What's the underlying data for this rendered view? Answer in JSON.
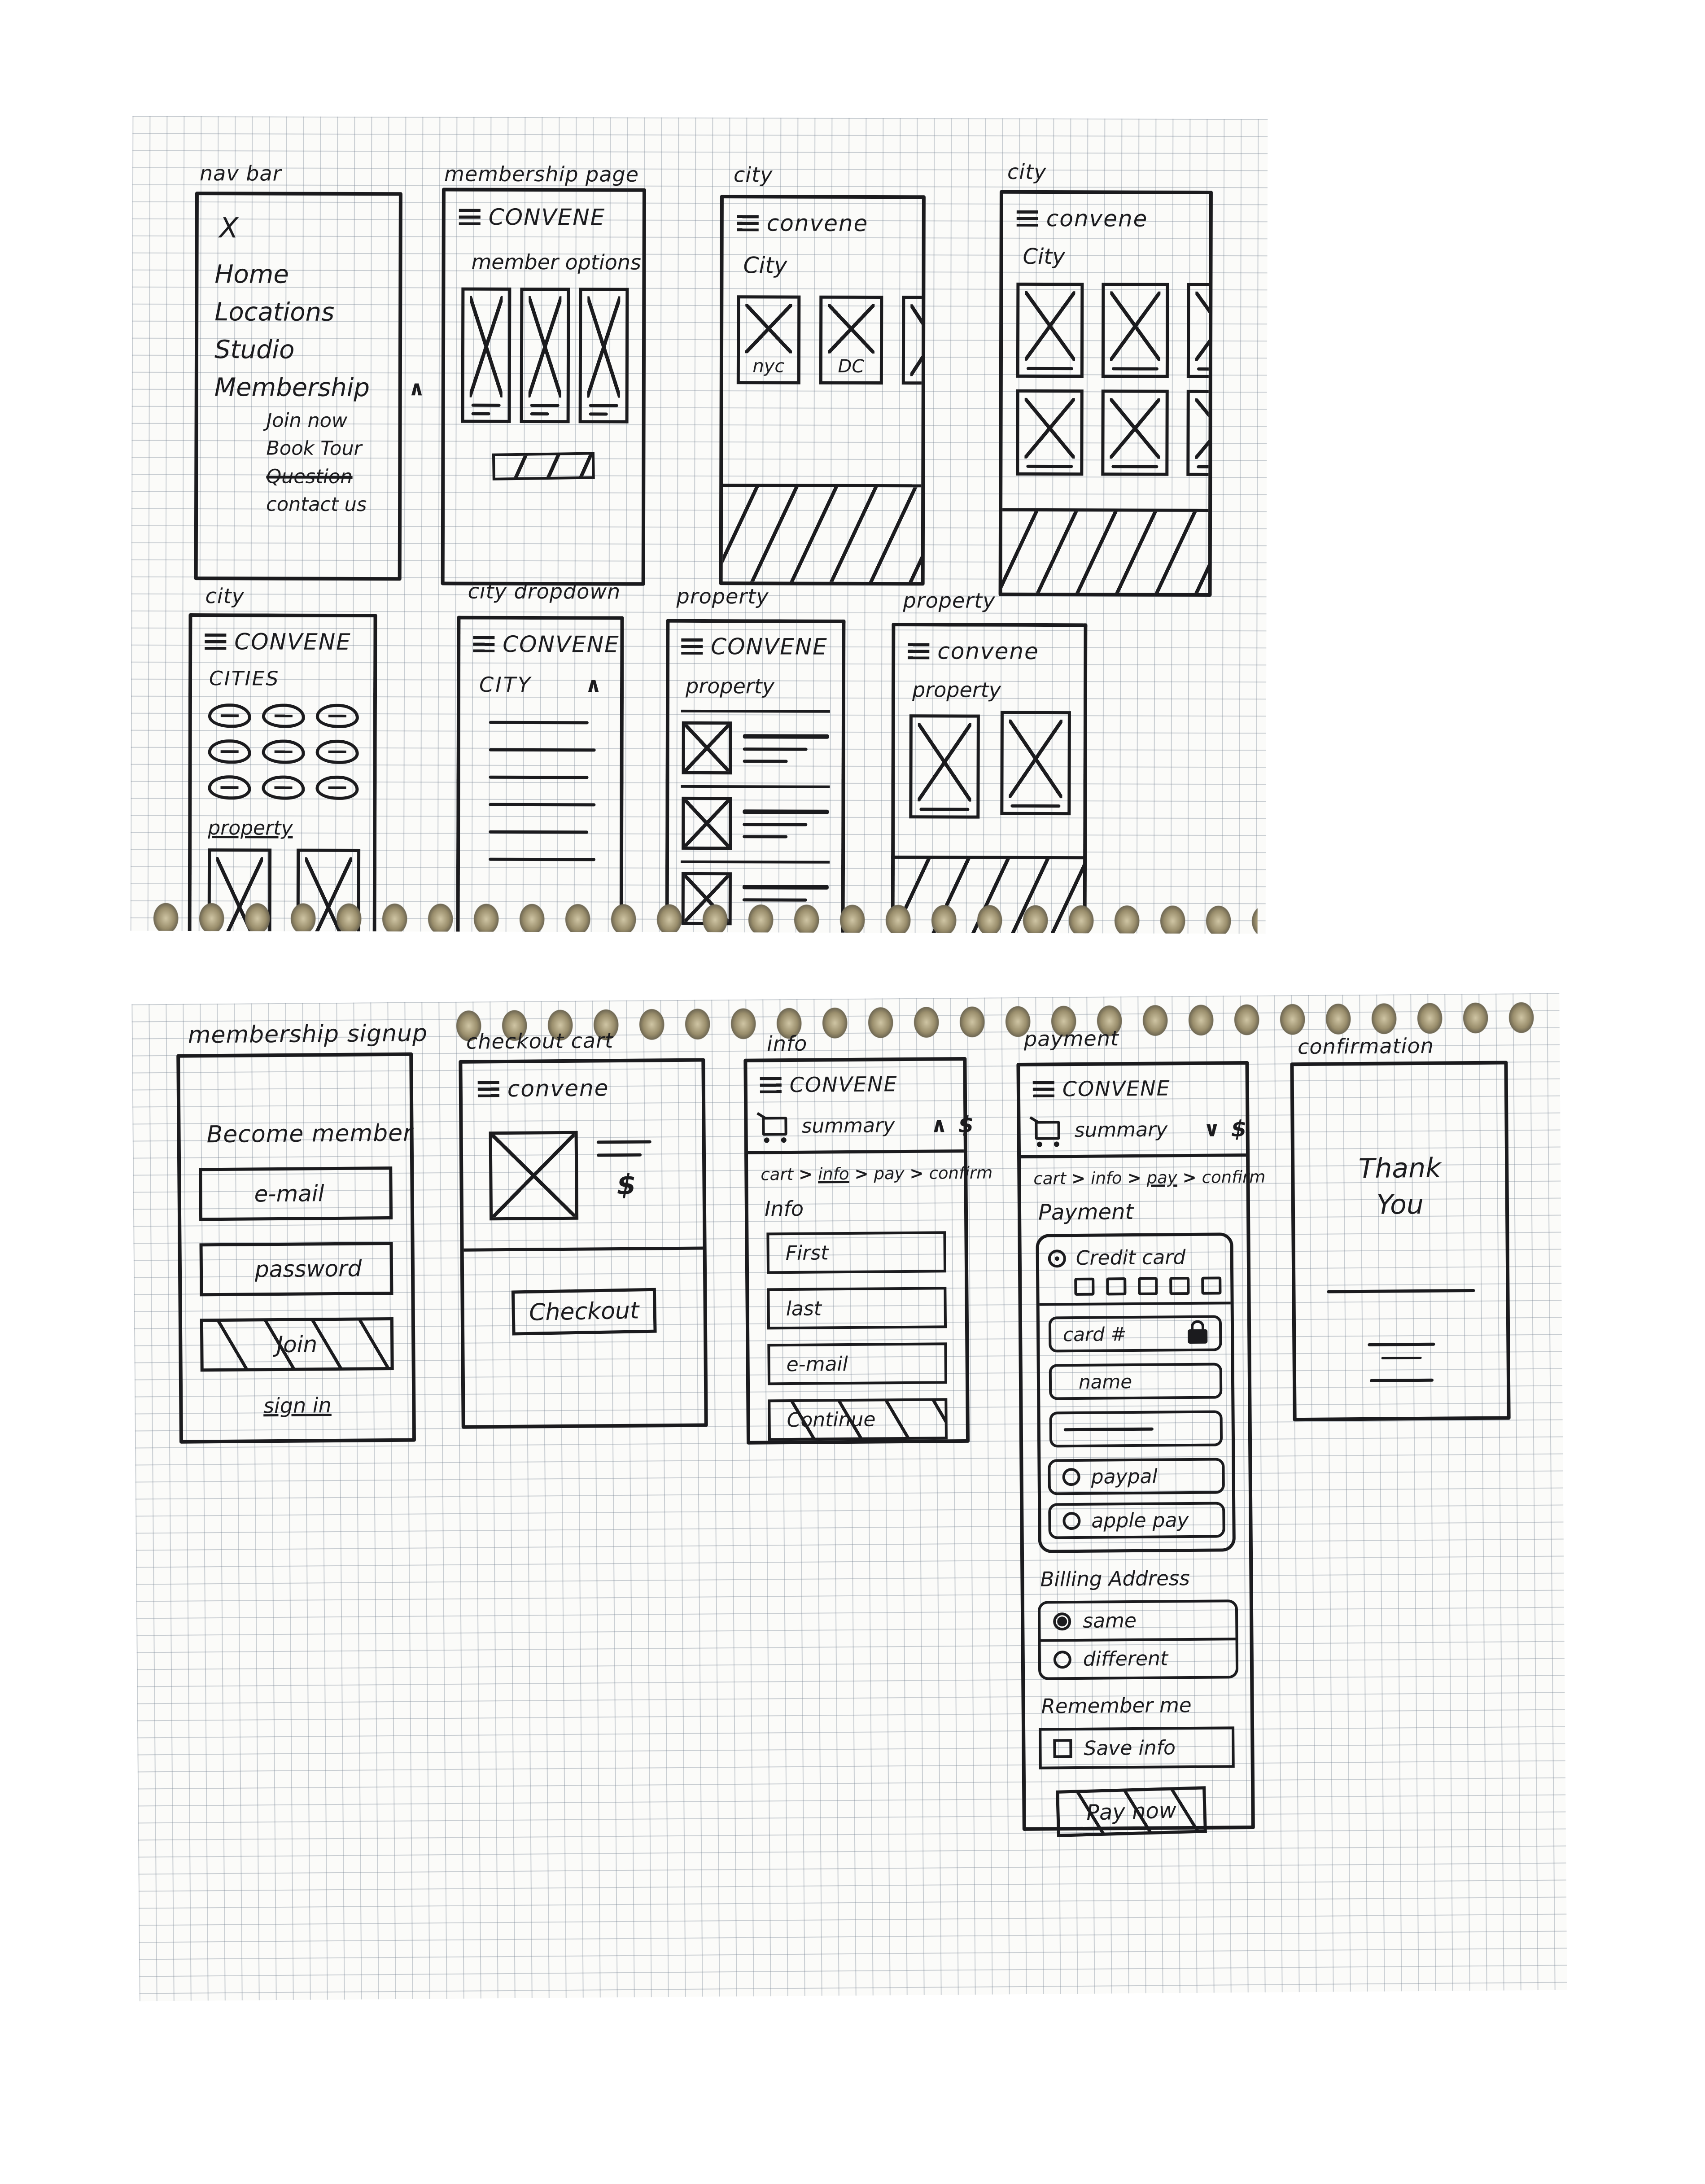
{
  "icons": {
    "close": "X",
    "caret_up": "∧",
    "caret_down": "∨",
    "dollar": "$",
    "crumb_sep": ">"
  },
  "sheet1": {
    "nav_bar": {
      "label": "nav bar",
      "items": [
        "Home",
        "Locations",
        "Studio",
        "Membership"
      ],
      "submenu": [
        "Join now",
        "Book Tour",
        "Question",
        "contact us"
      ]
    },
    "membership_page": {
      "label": "membership page",
      "logo": "CONVENE",
      "heading": "member options"
    },
    "city_cards": {
      "label": "city",
      "logo": "convene",
      "heading": "City",
      "card_labels": [
        "nyc",
        "DC"
      ]
    },
    "city_grid": {
      "label": "city",
      "logo": "convene",
      "heading": "City"
    },
    "cities": {
      "label": "city",
      "logo": "CONVENE",
      "heading": "CITIES",
      "subheading": "property"
    },
    "city_dropdown": {
      "label": "city dropdown",
      "logo": "CONVENE",
      "heading": "CITY"
    },
    "property_list": {
      "label": "property",
      "logo": "CONVENE",
      "heading": "property"
    },
    "property_detail": {
      "label": "property",
      "logo": "convene",
      "heading": "property"
    }
  },
  "sheet2": {
    "membership_signup": {
      "label": "membership signup",
      "heading": "Become member",
      "email_placeholder": "e-mail",
      "password_placeholder": "password",
      "join_label": "Join",
      "signin_label": "sign in"
    },
    "checkout_cart": {
      "label": "checkout cart",
      "logo": "convene",
      "price_symbol": "$",
      "checkout_label": "Checkout"
    },
    "info": {
      "label": "info",
      "logo": "CONVENE",
      "summary_label": "summary",
      "breadcrumb": [
        "cart",
        "info",
        "pay",
        "confirm"
      ],
      "active_crumb": "info",
      "heading": "Info",
      "fields": [
        "First",
        "last",
        "e-mail"
      ],
      "continue_label": "Continue"
    },
    "payment": {
      "label": "payment",
      "logo": "CONVENE",
      "summary_label": "summary",
      "breadcrumb": [
        "cart",
        "info",
        "pay",
        "confirm"
      ],
      "active_crumb": "pay",
      "heading": "Payment",
      "methods": [
        "Credit card",
        "paypal",
        "apple pay"
      ],
      "card_field": "card #",
      "name_field": "name",
      "billing_heading": "Billing Address",
      "billing_options": [
        "same",
        "different"
      ],
      "remember_heading": "Remember me",
      "save_info_label": "Save info",
      "pay_label": "Pay now"
    },
    "confirmation": {
      "label": "confirmation",
      "message_line1": "Thank",
      "message_line2": "You"
    }
  }
}
